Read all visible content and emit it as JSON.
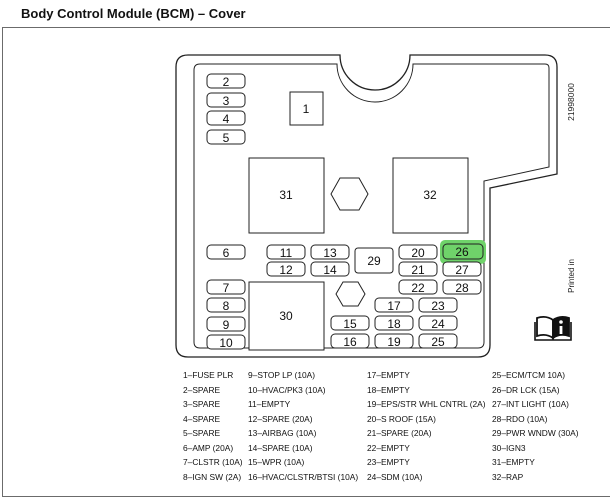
{
  "title": "Body Control Module (BCM) – Cover",
  "part_number": "21998000",
  "printed_in": "Printed in",
  "icon": "manual-info-icon",
  "highlight_color": "#6fd36a",
  "fuses": [
    "1",
    "2",
    "3",
    "4",
    "5",
    "6",
    "7",
    "8",
    "9",
    "10",
    "11",
    "12",
    "13",
    "14",
    "15",
    "16",
    "17",
    "18",
    "19",
    "20",
    "21",
    "22",
    "23",
    "24",
    "25",
    "26",
    "27",
    "28",
    "29",
    "30",
    "31",
    "32"
  ],
  "highlighted_fuse": "26",
  "legend": {
    "col1": [
      "1–FUSE PLR",
      "2–SPARE",
      "3–SPARE",
      "4–SPARE",
      "5–SPARE",
      "6–AMP (20A)",
      "7–CLSTR (10A)",
      "8–IGN SW (2A)"
    ],
    "col2": [
      "9–STOP LP (10A)",
      "10–HVAC/PK3 (10A)",
      "11–EMPTY",
      "12–SPARE (20A)",
      "13–AIRBAG (10A)",
      "14–SPARE (10A)",
      "15–WPR (10A)",
      "16–HVAC/CLSTR/BTSI (10A)"
    ],
    "col3": [
      "17–EMPTY",
      "18–EMPTY",
      "19–EPS/STR WHL CNTRL (2A)",
      "20–S ROOF (15A)",
      "21–SPARE (20A)",
      "22–EMPTY",
      "23–EMPTY",
      "24–SDM (10A)"
    ],
    "col4": [
      "25–ECM/TCM 10A)",
      "26–DR LCK (15A)",
      "27–INT LIGHT (10A)",
      "28–RDO (10A)",
      "29–PWR WNDW (30A)",
      "30–IGN3",
      "31–EMPTY",
      "32–RAP"
    ]
  }
}
